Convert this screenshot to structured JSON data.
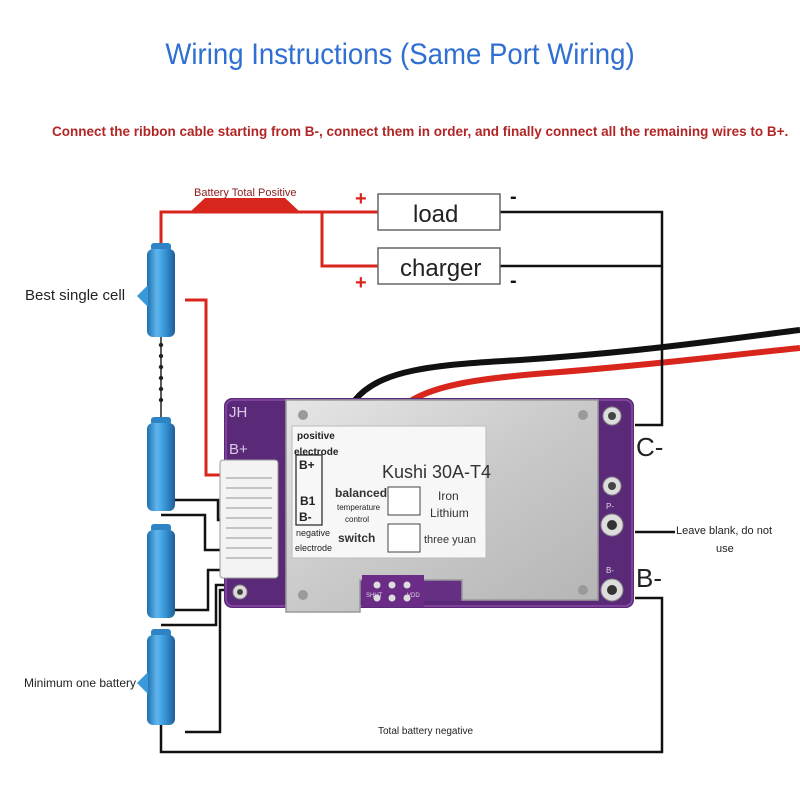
{
  "header": {
    "title": "Wiring Instructions (Same Port Wiring)",
    "subtitle": "Connect the ribbon cable starting from B-, connect them in order, and finally connect all the remaining wires to B+."
  },
  "labels": {
    "battery_total_positive": "Battery Total Positive",
    "best_single_cell": "Best single cell",
    "minimum_one_battery": "Minimum one battery",
    "total_battery_negative": "Total battery negative",
    "leave_blank": "Leave blank, do not",
    "leave_blank_2": "use"
  },
  "loads": {
    "load_label": "load",
    "charger_label": "charger",
    "plus": "+",
    "minus": "-"
  },
  "board": {
    "jh": "JH",
    "bplus": "B+",
    "c_minus": "C-",
    "b_minus": "B-",
    "p_minus_pad": "P-",
    "b_minus_pad": "B-",
    "model": "Kushi 30A-T4",
    "positive_electrode": "positive",
    "positive_electrode_2": "electrode",
    "negative_electrode": "negative",
    "negative_electrode_2": "electrode",
    "bplus_mark": "B+",
    "b1_mark": "B1",
    "bminus_mark": "B-",
    "balanced": "balanced",
    "temperature": "temperature",
    "control": "control",
    "switch": "switch",
    "iron": "Iron",
    "lithium": "Lithium",
    "three_yuan": "three yuan",
    "shut": "SHUT",
    "vdd": "VDD"
  },
  "colors": {
    "title_blue": "#2f6fd1",
    "subtitle_red": "#b22525",
    "wire_red": "#d8261c",
    "wire_black": "#111111",
    "battery_blue": "#3a9ad9",
    "pcb_purple": "#6a2c86"
  }
}
